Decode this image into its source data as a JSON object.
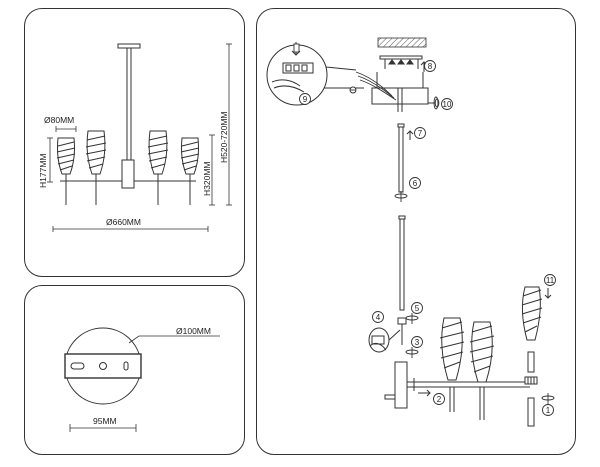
{
  "dimensions_panel": {
    "shade_diameter": "Ø80MM",
    "shade_height": "H177MM",
    "total_height": "H520-720MM",
    "body_height": "H320MM",
    "total_width": "Ø660MM"
  },
  "base_panel": {
    "base_diameter": "Ø100MM",
    "mount_spacing": "95MM"
  },
  "assembly_panel": {
    "steps": [
      "1",
      "2",
      "3",
      "4",
      "5",
      "6",
      "7",
      "8",
      "9",
      "10",
      "11"
    ]
  }
}
